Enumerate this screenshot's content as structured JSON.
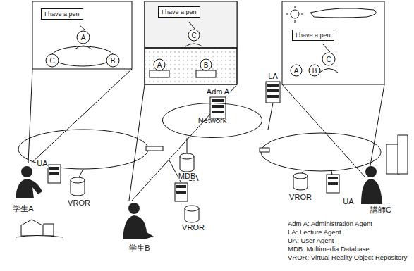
{
  "diagram": {
    "nodes": [
      {
        "text": [
          "I have a pen"
        ]
      },
      {
        "text": [
          "I have a pen"
        ]
      },
      {
        "text": [
          "I have a pen"
        ]
      },
      {
        "text": [
          "Network"
        ]
      }
    ],
    "edges": [],
    "labels": [
      "A",
      "B",
      "C",
      "A",
      "B",
      "C",
      "C",
      "A",
      "B",
      "Adm A",
      "LA",
      "UA",
      "VROR",
      "学生A",
      "UA",
      "VROR",
      "学生B",
      "MDB",
      "VROR",
      "UA",
      "講師C",
      "Adm A: Administration Agent",
      "LA: Lecture Agent",
      "UA: User Agent",
      "MDB: Multimedia Database",
      "VROR: Virtual Reality Object Repository"
    ]
  }
}
